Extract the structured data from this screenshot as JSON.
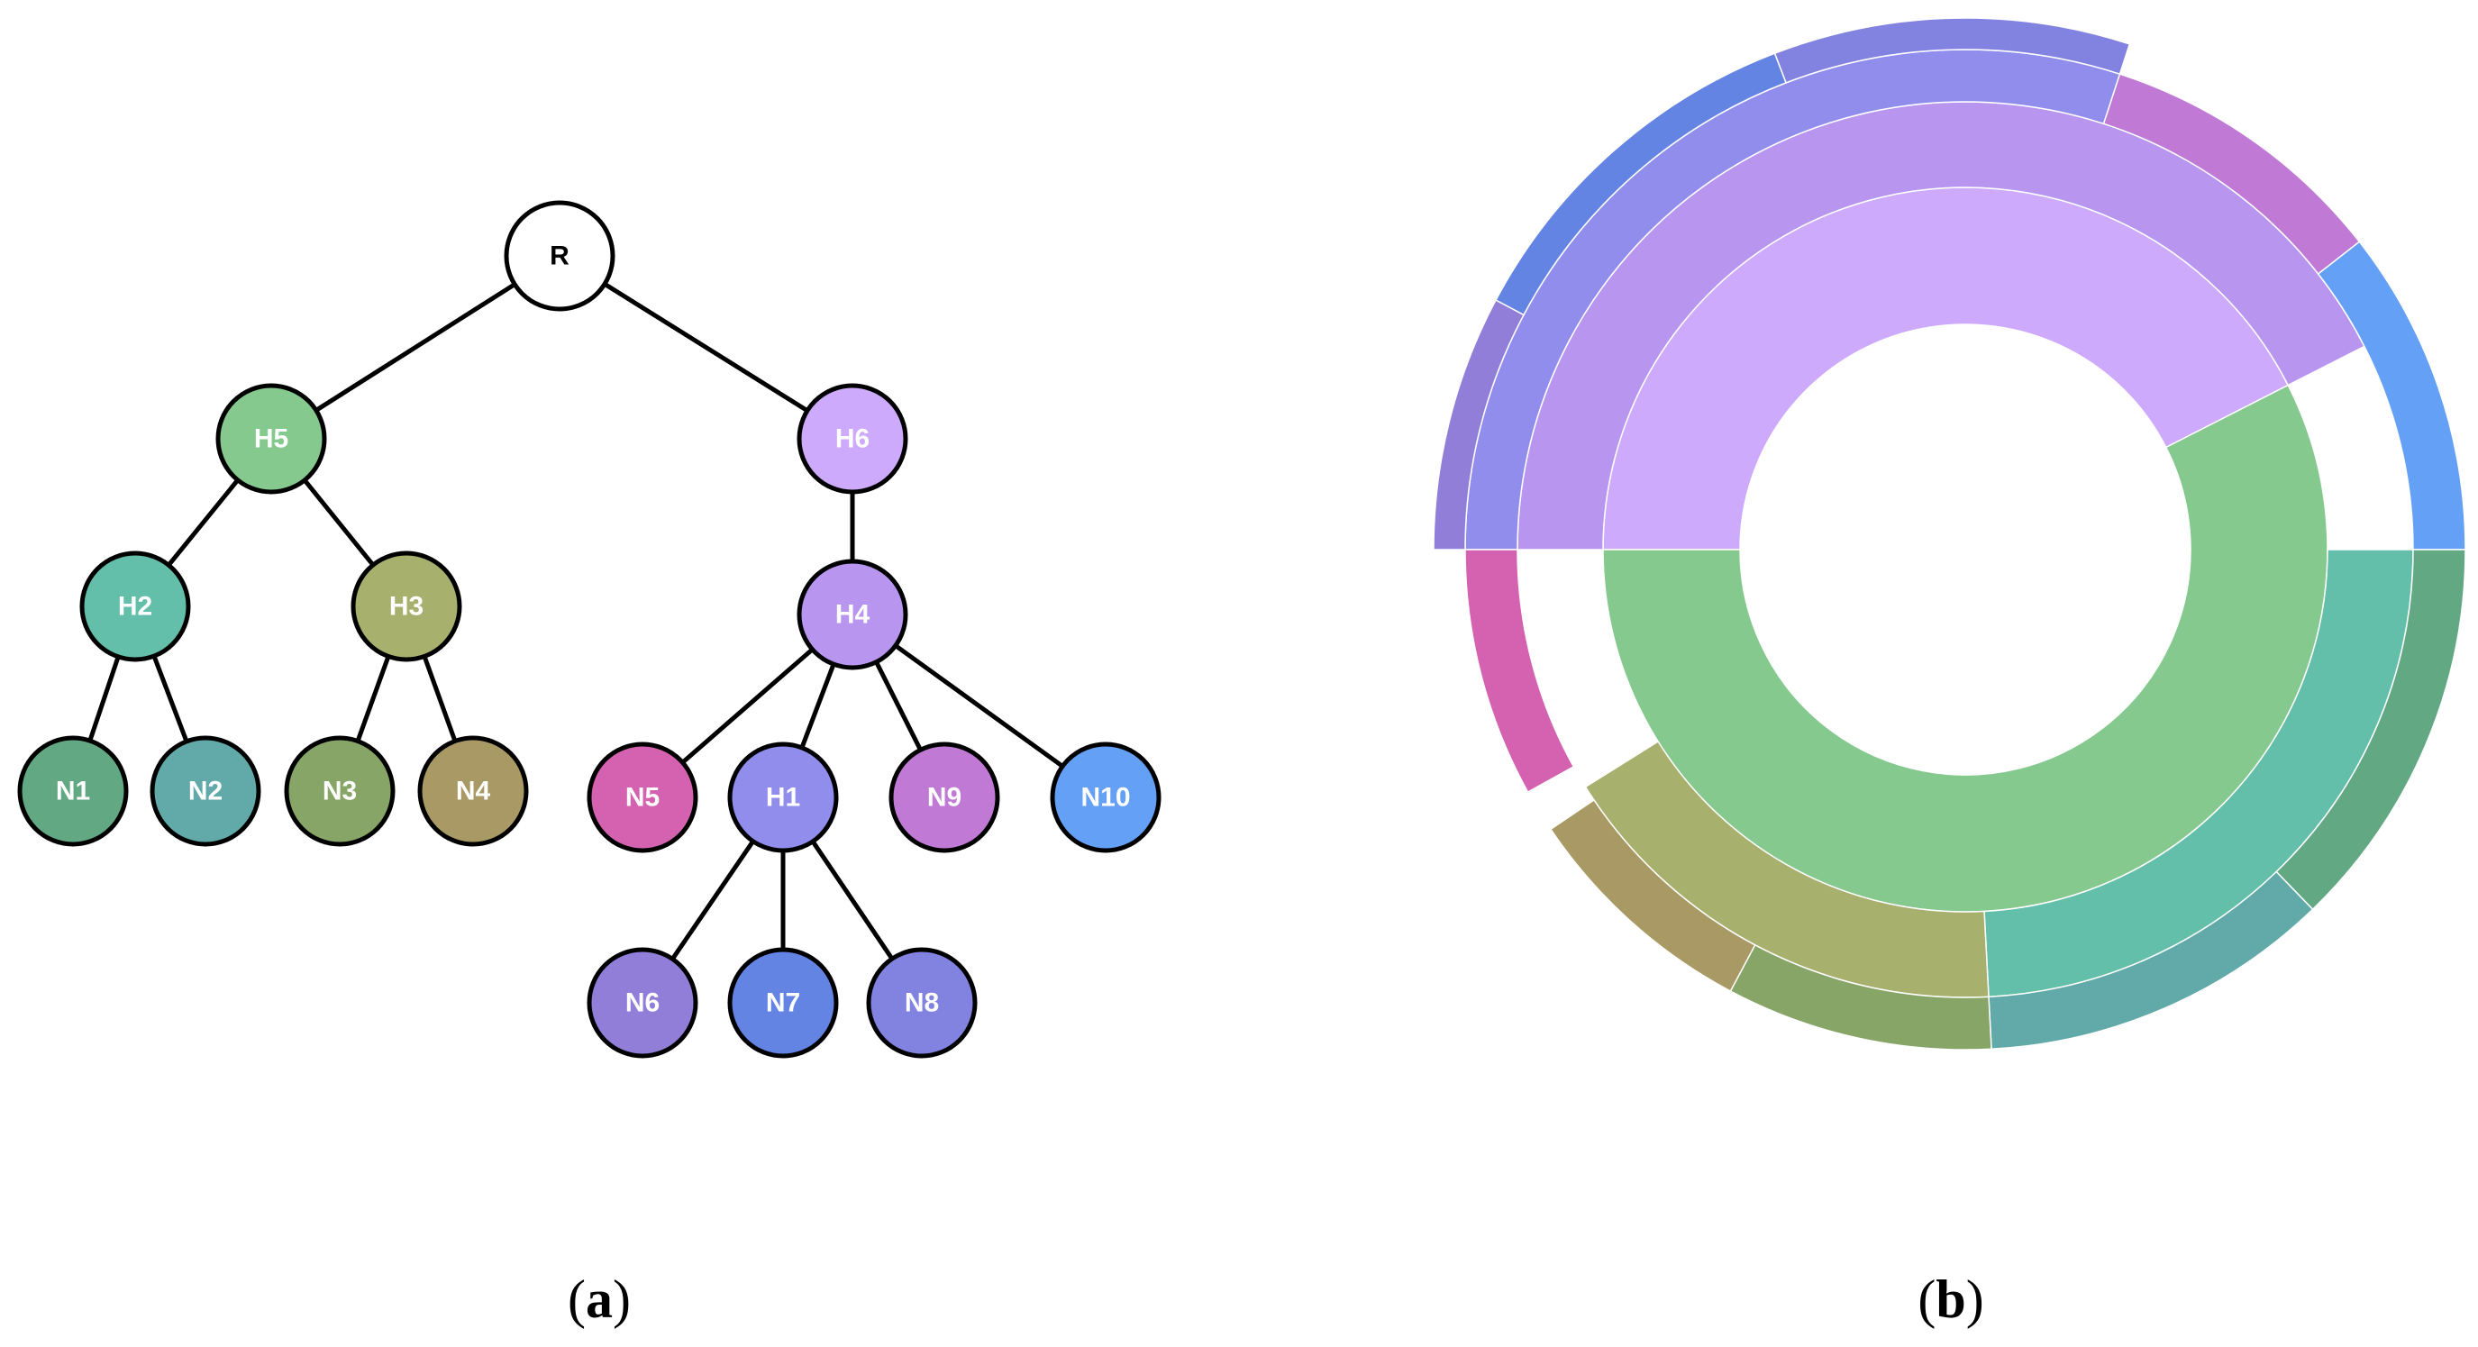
{
  "tree": {
    "nodes": [
      {
        "id": "R",
        "label": "R",
        "color": "#ffffff",
        "parent": null
      },
      {
        "id": "H5",
        "label": "H5",
        "color": "#86c98f",
        "parent": "R"
      },
      {
        "id": "H6",
        "label": "H6",
        "color": "#cdaafc",
        "parent": "R"
      },
      {
        "id": "H2",
        "label": "H2",
        "color": "#63bfa9",
        "parent": "H5"
      },
      {
        "id": "H3",
        "label": "H3",
        "color": "#a7b06d",
        "parent": "H5"
      },
      {
        "id": "H4",
        "label": "H4",
        "color": "#b896f0",
        "parent": "H6"
      },
      {
        "id": "N1",
        "label": "N1",
        "color": "#62a883",
        "parent": "H2"
      },
      {
        "id": "N2",
        "label": "N2",
        "color": "#62aaa9",
        "parent": "H2"
      },
      {
        "id": "N3",
        "label": "N3",
        "color": "#86a566",
        "parent": "H3"
      },
      {
        "id": "N4",
        "label": "N4",
        "color": "#a99a65",
        "parent": "H3"
      },
      {
        "id": "N5",
        "label": "N5",
        "color": "#d462b0",
        "parent": "H4"
      },
      {
        "id": "H1",
        "label": "H1",
        "color": "#908ded",
        "parent": "H4"
      },
      {
        "id": "N9",
        "label": "N9",
        "color": "#c07ad6",
        "parent": "H4"
      },
      {
        "id": "N10",
        "label": "N10",
        "color": "#63a0f6",
        "parent": "H4"
      },
      {
        "id": "N6",
        "label": "N6",
        "color": "#917ed9",
        "parent": "H1"
      },
      {
        "id": "N7",
        "label": "N7",
        "color": "#6484e4",
        "parent": "H1"
      },
      {
        "id": "N8",
        "label": "N8",
        "color": "#8283e0",
        "parent": "H1"
      }
    ]
  },
  "sunburst": {
    "rings": [
      {
        "node": "H6",
        "level": 1,
        "color": "#cdaafc",
        "start": 180,
        "end": 333
      },
      {
        "node": "H5",
        "level": 1,
        "color": "#86c98f",
        "start": 333,
        "end": 540
      },
      {
        "node": "H4",
        "level": 2,
        "color": "#b896f0",
        "start": 180,
        "end": 333
      },
      {
        "node": "H2",
        "level": 2,
        "color": "#63bfa9",
        "start": 360,
        "end": 447
      },
      {
        "node": "H3",
        "level": 2,
        "color": "#a7b06d",
        "start": 447,
        "end": 508
      },
      {
        "node": "H1",
        "level": 3,
        "color": "#908ded",
        "start": 180,
        "end": 288
      },
      {
        "node": "N9",
        "level": 3,
        "color": "#c07ad6",
        "start": 288,
        "end": 322
      },
      {
        "node": "N10",
        "level": 3,
        "color": "#63a0f6",
        "start": 322,
        "end": 360
      },
      {
        "node": "N1",
        "level": 3,
        "color": "#62a883",
        "start": 360,
        "end": 406
      },
      {
        "node": "N2",
        "level": 3,
        "color": "#62aaa9",
        "start": 406,
        "end": 447
      },
      {
        "node": "N3",
        "level": 3,
        "color": "#86a566",
        "start": 447,
        "end": 478
      },
      {
        "node": "N4",
        "level": 3,
        "color": "#a99a65",
        "start": 478,
        "end": 506
      },
      {
        "node": "N5",
        "level": 3,
        "color": "#d462b0",
        "start": 151,
        "end": 180
      },
      {
        "node": "N6",
        "level": 4,
        "color": "#917ed9",
        "start": 180,
        "end": 208
      },
      {
        "node": "N7",
        "level": 4,
        "color": "#6484e4",
        "start": 208,
        "end": 249
      },
      {
        "node": "N8",
        "level": 4,
        "color": "#8283e0",
        "start": 249,
        "end": 288
      }
    ]
  },
  "captions": {
    "a": {
      "open": "(",
      "letter": "a",
      "close": ")"
    },
    "b": {
      "open": "(",
      "letter": "b",
      "close": ")"
    }
  }
}
